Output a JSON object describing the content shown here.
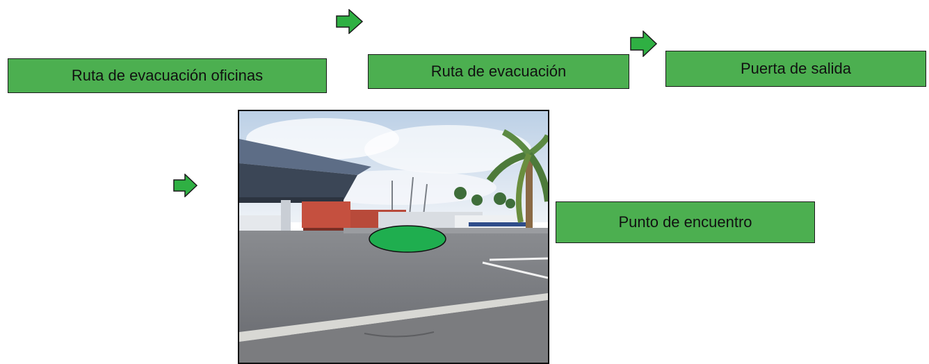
{
  "labels": {
    "office_route": "Ruta de evacuación oficinas",
    "evac_route": "Ruta de evacuación",
    "exit_door": "Puerta de salida",
    "meeting_point": "Punto de encuentro"
  },
  "colors": {
    "box_fill": "#4caf50",
    "arrow_fill": "#2fb043",
    "marker_fill": "#1fae4f",
    "outline": "#1a1a1a"
  },
  "icons": {
    "arrow": "right-arrow-icon",
    "marker": "meeting-point-ellipse"
  }
}
